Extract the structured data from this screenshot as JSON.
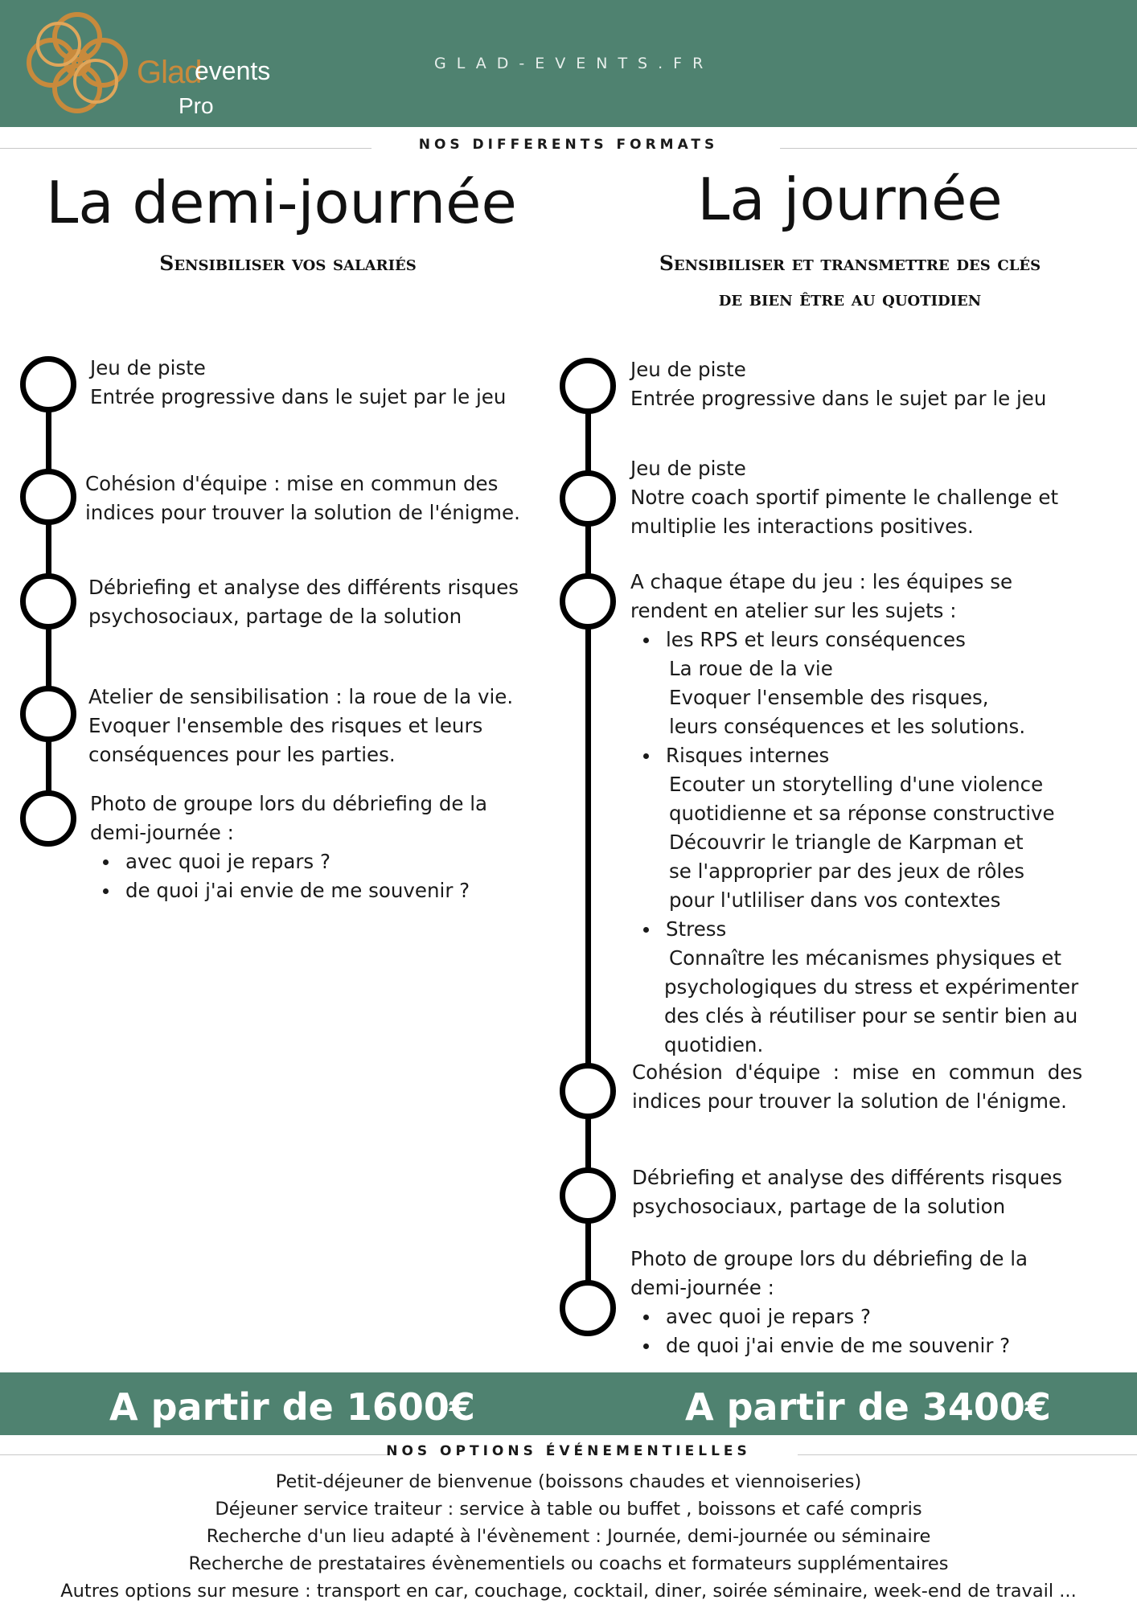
{
  "header": {
    "logo_glad": "Glad",
    "logo_events": "events",
    "logo_pro": "Pro",
    "site": "GLAD-EVENTS.FR"
  },
  "formats_heading": "NOS DIFFERENTS FORMATS",
  "left": {
    "title": "La demi-journée",
    "subtitle": "Sensibiliser vos salariés",
    "steps": [
      {
        "lines": [
          "Jeu de piste",
          "Entrée progressive dans le sujet par le jeu"
        ]
      },
      {
        "lines": [
          "Cohésion d'équipe : mise en commun des",
          "indices pour trouver la solution de l'énigme."
        ]
      },
      {
        "lines": [
          "Débriefing et analyse des différents risques",
          "psychosociaux, partage de la solution"
        ]
      },
      {
        "lines": [
          "Atelier de sensibilisation :  la roue de la vie.",
          "Evoquer l'ensemble des risques et leurs",
          "conséquences pour les parties."
        ]
      },
      {
        "lines": [
          "Photo de groupe lors du débriefing de la",
          "demi-journée :"
        ],
        "bullets": [
          "avec quoi je repars ?",
          "de quoi j'ai envie de me souvenir ?"
        ]
      }
    ]
  },
  "right": {
    "title": "La journée",
    "subtitle_1": "Sensibiliser et transmettre des clés",
    "subtitle_2": "de bien être au quotidien",
    "steps": [
      {
        "lines": [
          "Jeu de piste",
          "Entrée progressive dans le sujet par le jeu"
        ]
      },
      {
        "lines": [
          "Jeu de piste",
          "Notre coach sportif pimente le challenge et",
          "multiplie les interactions positives."
        ]
      },
      {
        "lines": [
          "A chaque étape du jeu :  les équipes se",
          "rendent en atelier sur les sujets :"
        ],
        "rps": "les RPS et leurs conséquences",
        "rps_lines": [
          "La roue de la vie",
          "Evoquer l'ensemble des risques,",
          "leurs conséquences et les solutions."
        ],
        "internes": "Risques internes",
        "internes_lines": [
          "Ecouter un storytelling d'une violence",
          "quotidienne et sa réponse constructive",
          "Découvrir le triangle de Karpman et",
          "se l'approprier par des jeux de rôles",
          "pour l'utliliser dans vos contextes"
        ],
        "stress": "Stress",
        "stress_lines": [
          "Connaître les mécanismes physiques et",
          "psychologiques du stress et expérimenter",
          "des clés à réutiliser pour se sentir bien au",
          "quotidien."
        ]
      },
      {
        "lines": [
          "Cohésion  d'équipe  :  mise  en  commun  des",
          "indices pour trouver la solution de l'énigme."
        ]
      },
      {
        "lines": [
          "Débriefing et analyse des différents risques",
          "psychosociaux, partage de la solution"
        ]
      },
      {
        "lines": [
          "Photo de groupe lors du débriefing de la",
          "demi-journée :"
        ],
        "bullets": [
          "avec quoi je repars ?",
          "de quoi j'ai envie de me souvenir ?"
        ]
      }
    ]
  },
  "prices": {
    "left": "A partir de 1600€",
    "right": "A partir de 3400€"
  },
  "options_heading": "NOS OPTIONS ÉVÉNEMENTIELLES",
  "options": [
    "Petit-déjeuner de bienvenue (boissons chaudes et viennoiseries)",
    "Déjeuner service traiteur :  service à table ou buffet , boissons et café compris",
    "Recherche d'un lieu adapté à l'évènement : Journée, demi-journée ou séminaire",
    "Recherche de prestataires évènementiels ou coachs et formateurs supplémentaires",
    "Autres options sur mesure : transport en car, couchage, cocktail, diner, soirée séminaire, week-end de travail ..."
  ],
  "colors": {
    "band": "#4f8270",
    "logo_gold": "#c88a3c"
  },
  "icons": [
    "flower-logo-icon"
  ]
}
